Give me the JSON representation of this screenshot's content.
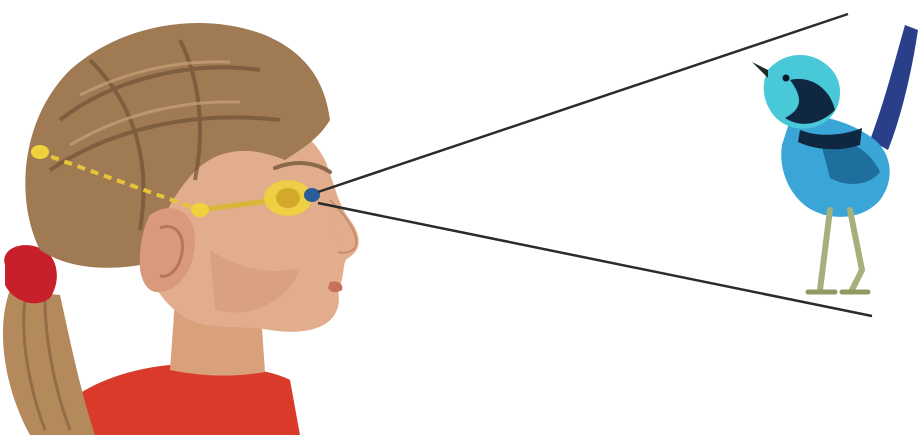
{
  "figure": {
    "subjects": [
      "child-head",
      "eye",
      "visual-pathway",
      "bird"
    ],
    "colors": {
      "background": "#ffffff",
      "hair": "#a07a52",
      "hair_dark": "#6f5236",
      "skin": "#e2ad8c",
      "skin_shadow": "#c98d6c",
      "shirt": "#d93a2a",
      "hair_tie": "#c8202a",
      "pathway": "#e8c43a",
      "eye_highlight": "#f0d23c",
      "sight_line": "#2b2b2b",
      "bird_blue": "#3aa6d8",
      "bird_turquoise": "#49c9d8",
      "bird_dark": "#0f2740",
      "bird_legs": "#a5b07a"
    }
  }
}
